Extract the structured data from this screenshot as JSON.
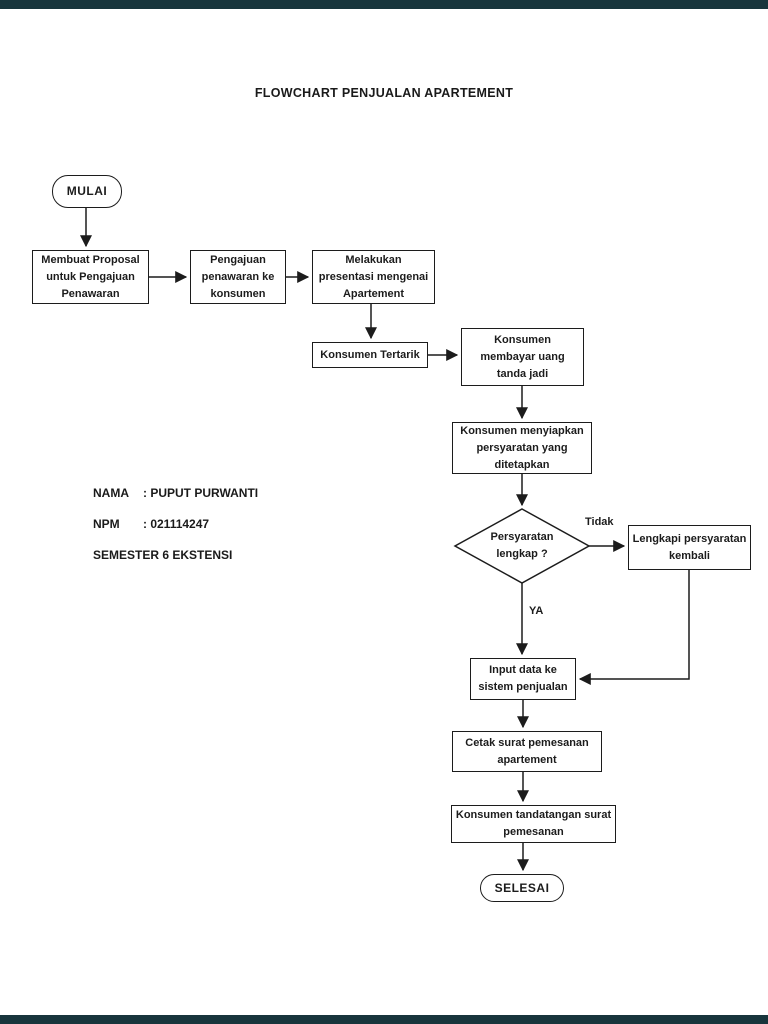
{
  "page": {
    "title": "FLOWCHART PENJUALAN APARTEMENT"
  },
  "student_info": {
    "rows": [
      {
        "label": "NAMA",
        "value": ": PUPUT PURWANTI"
      },
      {
        "label": "NPM",
        "value": ": 021114247"
      },
      {
        "label": "SEMESTER 6 EKSTENSI",
        "value": ""
      }
    ]
  },
  "flowchart": {
    "nodes": {
      "start": {
        "label": "MULAI"
      },
      "proposal": {
        "label": "Membuat Proposal\nuntuk Pengajuan\nPenawaran"
      },
      "pengajuan": {
        "label": "Pengajuan\npenawaran ke\nkonsumen"
      },
      "presentasi": {
        "label": "Melakukan\npresentasi mengenai\nApartement"
      },
      "tertarik": {
        "label": "Konsumen Tertarik"
      },
      "membayar": {
        "label": "Konsumen\nmembayar uang\ntanda jadi"
      },
      "menyiapkan": {
        "label": "Konsumen menyiapkan\npersyaratan yang\nditetapkan"
      },
      "decision": {
        "label": "Persyaratan\nlengkap ?"
      },
      "lengkapi": {
        "label": "Lengkapi persyaratan\nkembali"
      },
      "input_data": {
        "label": "Input data ke\nsistem penjualan"
      },
      "cetak": {
        "label": "Cetak surat pemesanan\napartement"
      },
      "tandatangan": {
        "label": "Konsumen tandatangan surat\npemesanan"
      },
      "end": {
        "label": "SELESAI"
      }
    },
    "edge_labels": {
      "no": "Tidak",
      "yes": "YA"
    }
  },
  "colors": {
    "page_bg": "#ffffff",
    "frame_bar": "#18353c",
    "line": "#1c1c1c",
    "text": "#1c1c1c"
  }
}
